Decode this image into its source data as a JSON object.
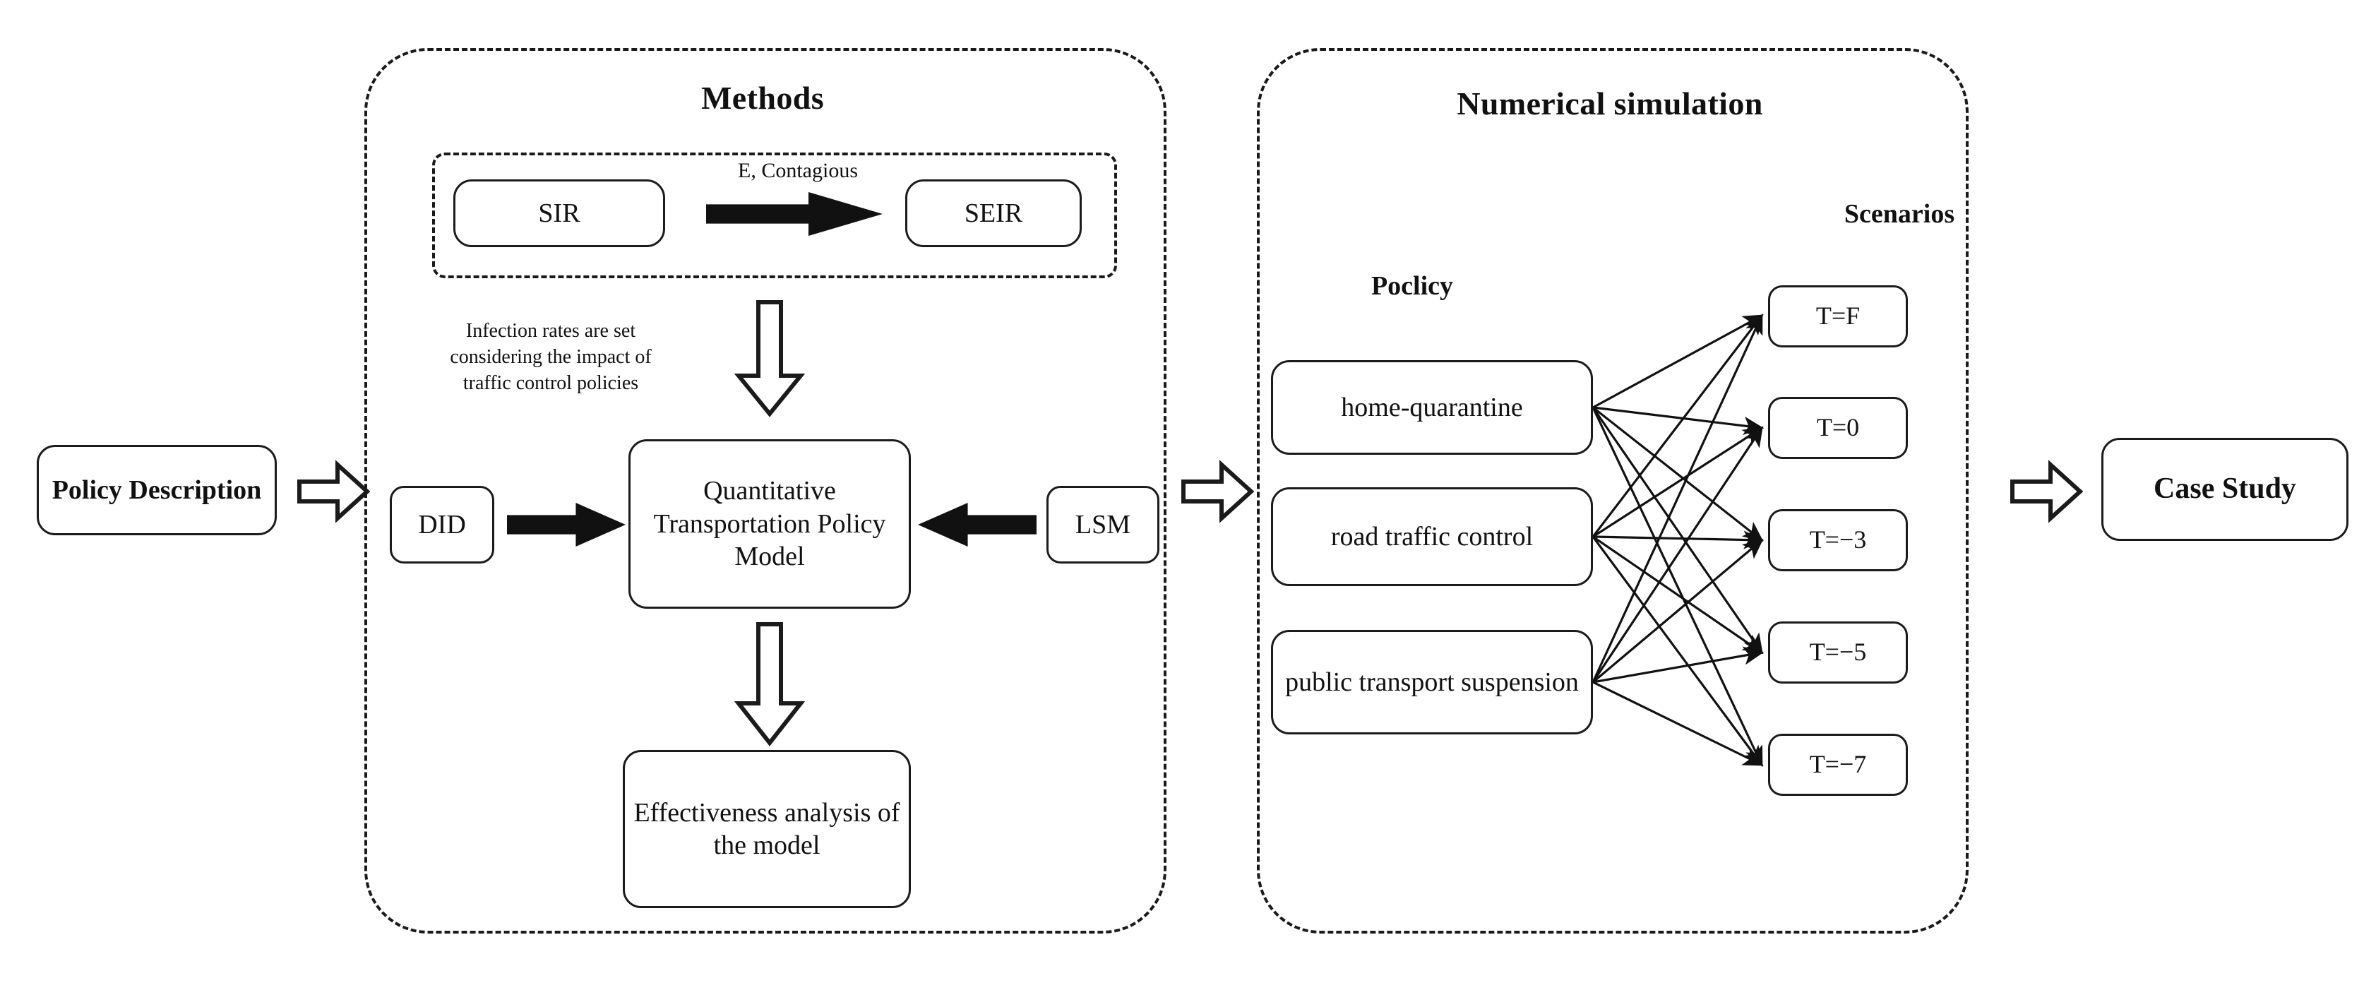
{
  "figure": {
    "type": "flowchart",
    "background": "#ffffff",
    "line_color": "#111111"
  },
  "flow": {
    "start": {
      "label": "Policy\nDescription"
    },
    "end": {
      "label": "Case Study"
    }
  },
  "panels": [
    {
      "id": "methods",
      "title": "Methods"
    },
    {
      "id": "numerical_simulation",
      "title": "Numerical simulation"
    }
  ],
  "methods": {
    "title": "Methods",
    "model_group": {
      "from_model": "SIR",
      "to_model": "SEIR",
      "transition_label": "E, Contagious"
    },
    "annotation": "Infection rates are set\nconsidering the impact of\ntraffic control policies",
    "inputs": [
      {
        "label": "DID",
        "side": "left"
      },
      {
        "label": "LSM",
        "side": "right"
      }
    ],
    "core_model": "Quantitative\nTransportation\nPolicy Model",
    "output": "Effectiveness\nanalysis of the\nmodel"
  },
  "numerical_simulation": {
    "title": "Numerical simulation",
    "policy_heading": "Poclicy",
    "scenarios_heading": "Scenarios",
    "policies": [
      {
        "label": "home-quarantine"
      },
      {
        "label": "road traffic\ncontrol"
      },
      {
        "label": "public transport\nsuspension"
      }
    ],
    "scenarios": [
      {
        "label": "T=F"
      },
      {
        "label": "T=0"
      },
      {
        "label": "T=−3"
      },
      {
        "label": "T=−5"
      },
      {
        "label": "T=−7"
      }
    ],
    "connections": "every policy connects to every scenario (3 × 5 = 15 edges)"
  },
  "arrows": {
    "sir_to_seir": "filled-right-arrow",
    "did_to_model": "filled-right-arrow",
    "lsm_to_model": "filled-left-arrow",
    "seir_to_model": "hollow-down-arrow",
    "model_to_effectiveness": "hollow-down-arrow",
    "start_to_methods": "hollow-right-arrow",
    "methods_to_simulation": "hollow-right-arrow",
    "simulation_to_case_study": "hollow-right-arrow"
  }
}
